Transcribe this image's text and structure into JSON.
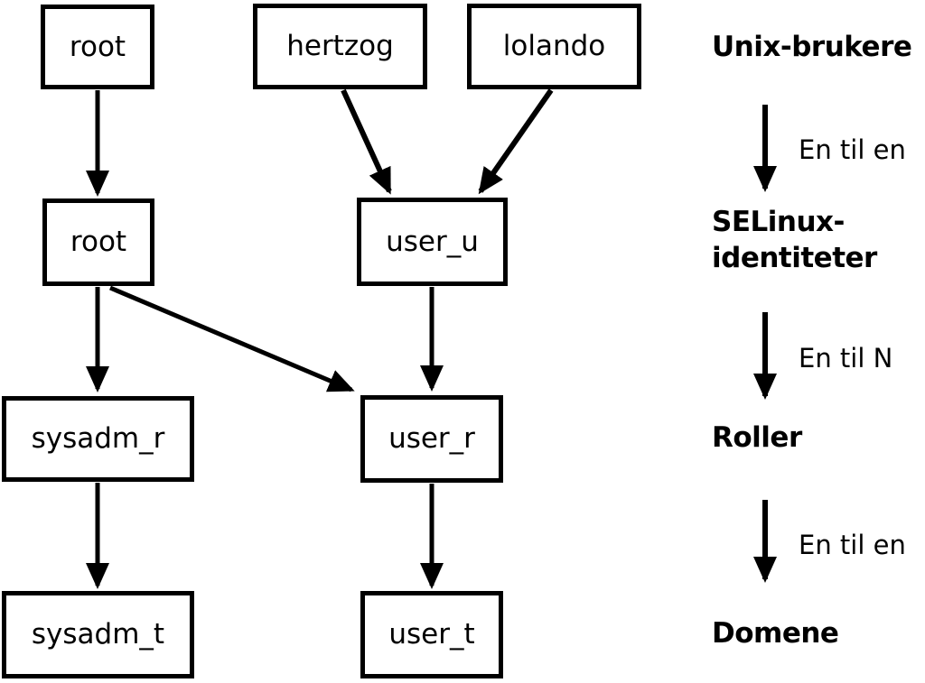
{
  "nodes": {
    "unix_root": {
      "label": "root"
    },
    "unix_hertzog": {
      "label": "hertzog"
    },
    "unix_lolando": {
      "label": "lolando"
    },
    "selinux_root": {
      "label": "root"
    },
    "selinux_user_u": {
      "label": "user_u"
    },
    "role_sysadm_r": {
      "label": "sysadm_r"
    },
    "role_user_r": {
      "label": "user_r"
    },
    "domain_sysadm_t": {
      "label": "sysadm_t"
    },
    "domain_user_t": {
      "label": "user_t"
    }
  },
  "edges": [
    {
      "from": "unix_root",
      "to": "selinux_root"
    },
    {
      "from": "unix_hertzog",
      "to": "selinux_user_u"
    },
    {
      "from": "unix_lolando",
      "to": "selinux_user_u"
    },
    {
      "from": "selinux_root",
      "to": "role_sysadm_r"
    },
    {
      "from": "selinux_root",
      "to": "role_user_r"
    },
    {
      "from": "selinux_user_u",
      "to": "role_user_r"
    },
    {
      "from": "role_sysadm_r",
      "to": "domain_sysadm_t"
    },
    {
      "from": "role_user_r",
      "to": "domain_user_t"
    }
  ],
  "legend": {
    "unix_users": "Unix-brukere",
    "selinux_line1": "SELinux-",
    "selinux_line2": "identiteter",
    "roles": "Roller",
    "domains": "Domene",
    "rel_unix_to_selinux": "En til en",
    "rel_selinux_to_roles": "En til N",
    "rel_roles_to_domains": "En til en"
  },
  "colors": {
    "stroke": "#000000",
    "background": "#ffffff",
    "text": "#000000"
  }
}
